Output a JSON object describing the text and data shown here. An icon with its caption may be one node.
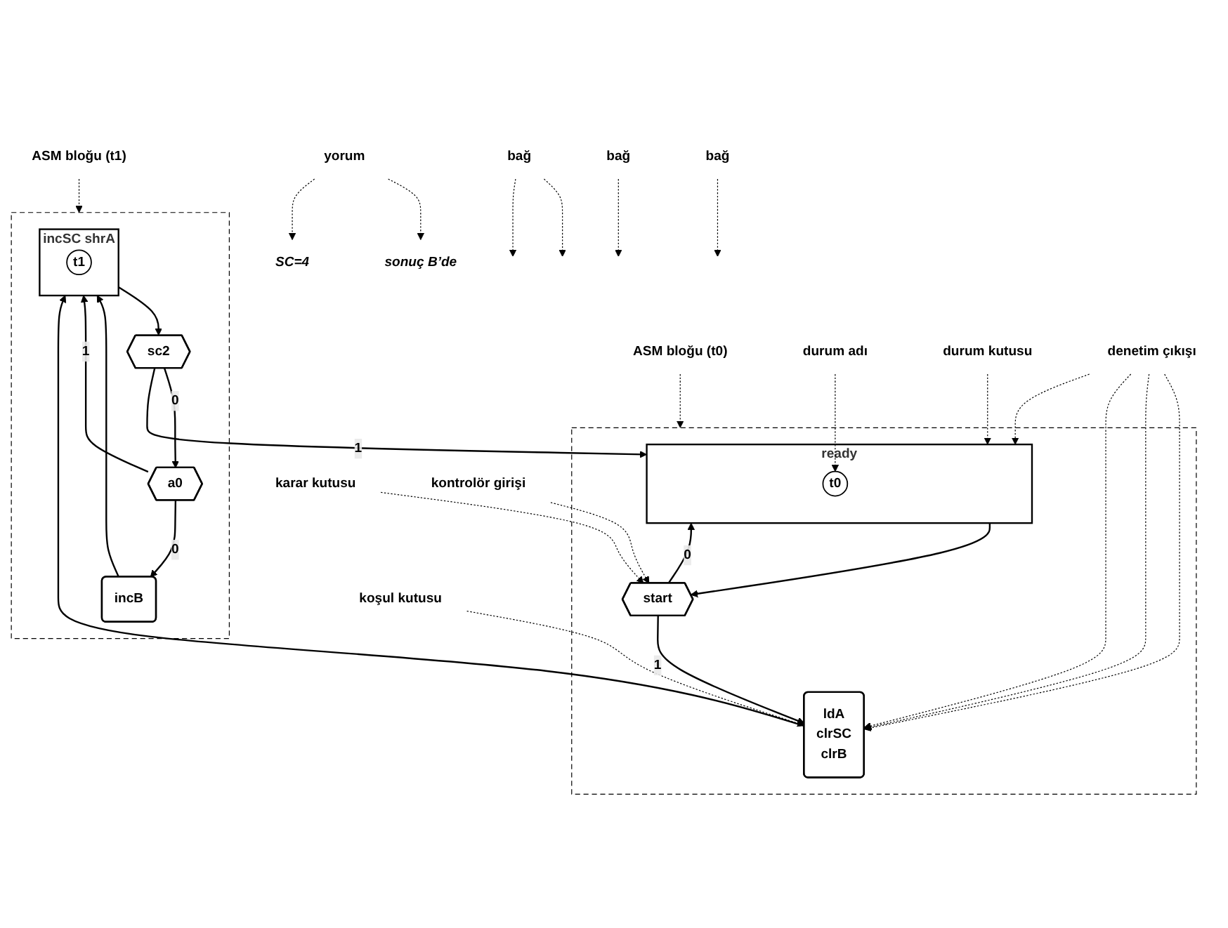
{
  "diagram": {
    "nodes": [
      {
        "text": [],
        "shape": "box"
      },
      {
        "text": [
          "ready"
        ],
        "in": 0
      },
      {
        "text": [
          "t0"
        ],
        "in": 1
      },
      {
        "text": [
          "start"
        ],
        "in": 0
      },
      {
        "text": [
          "ldA",
          "clrSC",
          "clrB"
        ],
        "in": 0
      },
      {
        "text": [],
        "shape": "box"
      },
      {
        "text": [
          "incSC shrA"
        ],
        "in": 5
      },
      {
        "text": [
          "t1"
        ],
        "in": 6
      },
      {
        "text": [
          "sc2"
        ],
        "in": 5
      },
      {
        "text": [
          "a0"
        ],
        "in": 5
      },
      {
        "text": [
          "incB"
        ],
        "in": 5
      },
      {
        "text": [
          "ASM bloğu (t0)"
        ]
      },
      {
        "text": [
          "durum adı"
        ]
      },
      {
        "text": [
          "durum kutusu"
        ]
      },
      {
        "text": [
          "bağ"
        ]
      },
      {
        "text": [
          "karar kutusu"
        ]
      },
      {
        "text": [
          "kontrolör girişi"
        ]
      },
      {
        "text": [
          "bağ"
        ]
      },
      {
        "text": [
          "yorum"
        ]
      },
      {
        "text": [
          "ASM bloğu (t1)"
        ]
      },
      {
        "text": [
          "denetim çıkışı"
        ]
      },
      {
        "text": [
          "koşul kutusu"
        ]
      },
      {
        "text": [
          "bağ"
        ]
      },
      {
        "text": [
          "sonuç B’de"
        ]
      },
      {
        "text": [
          "SC=4"
        ]
      }
    ],
    "edges": [
      {
        "from": 1,
        "to": 3,
        "arrow": "to"
      },
      {
        "from": 3,
        "to": 1,
        "label": "0",
        "arrow": "to"
      },
      {
        "from": 3,
        "to": 4,
        "label": "1",
        "arrow": "to"
      },
      {
        "from": 4,
        "to": 6,
        "arrow": "to"
      },
      {
        "from": 6,
        "to": 8,
        "arrow": "to"
      },
      {
        "from": 8,
        "to": 1,
        "label": "1",
        "arrow": "to"
      },
      {
        "from": 8,
        "to": 9,
        "label": "0",
        "arrow": "to"
      },
      {
        "from": 9,
        "to": 6,
        "label": "1",
        "arrow": "to"
      },
      {
        "from": 9,
        "to": 10,
        "label": "0",
        "arrow": "to"
      },
      {
        "from": 10,
        "to": 6,
        "arrow": "to"
      },
      {
        "from": 11,
        "to": 0,
        "arrow": "to",
        "style": "dashed"
      },
      {
        "from": 12,
        "to": 2,
        "arrow": "to",
        "style": "dashed"
      },
      {
        "from": 13,
        "to": 1,
        "arrow": "to",
        "style": "dashed"
      },
      {
        "from": 14,
        "to": null,
        "arrow": "to",
        "style": "dashed"
      },
      {
        "from": 14,
        "to": null,
        "arrow": "to",
        "style": "dashed"
      },
      {
        "from": 15,
        "to": 3,
        "arrow": "to",
        "style": "dashed"
      },
      {
        "from": 16,
        "to": 3,
        "arrow": "to",
        "style": "dashed"
      },
      {
        "from": 17,
        "to": null,
        "arrow": "to",
        "style": "dashed"
      },
      {
        "from": 18,
        "to": 23,
        "arrow": "to",
        "style": "dashed"
      },
      {
        "from": 18,
        "to": 24,
        "arrow": "to",
        "style": "dashed"
      },
      {
        "from": 19,
        "to": 5,
        "arrow": "to",
        "style": "dashed"
      },
      {
        "from": 20,
        "to": 1,
        "arrow": "to",
        "style": "dashed"
      },
      {
        "from": 20,
        "to": 4,
        "arrow": "to",
        "style": "dashed"
      },
      {
        "from": 20,
        "to": 4,
        "arrow": "to",
        "style": "dashed"
      },
      {
        "from": 20,
        "to": 4,
        "arrow": "to",
        "style": "dashed"
      },
      {
        "from": 21,
        "to": 4,
        "arrow": "to",
        "style": "dashed"
      },
      {
        "from": 22,
        "to": null,
        "arrow": "to",
        "style": "dashed"
      }
    ]
  }
}
